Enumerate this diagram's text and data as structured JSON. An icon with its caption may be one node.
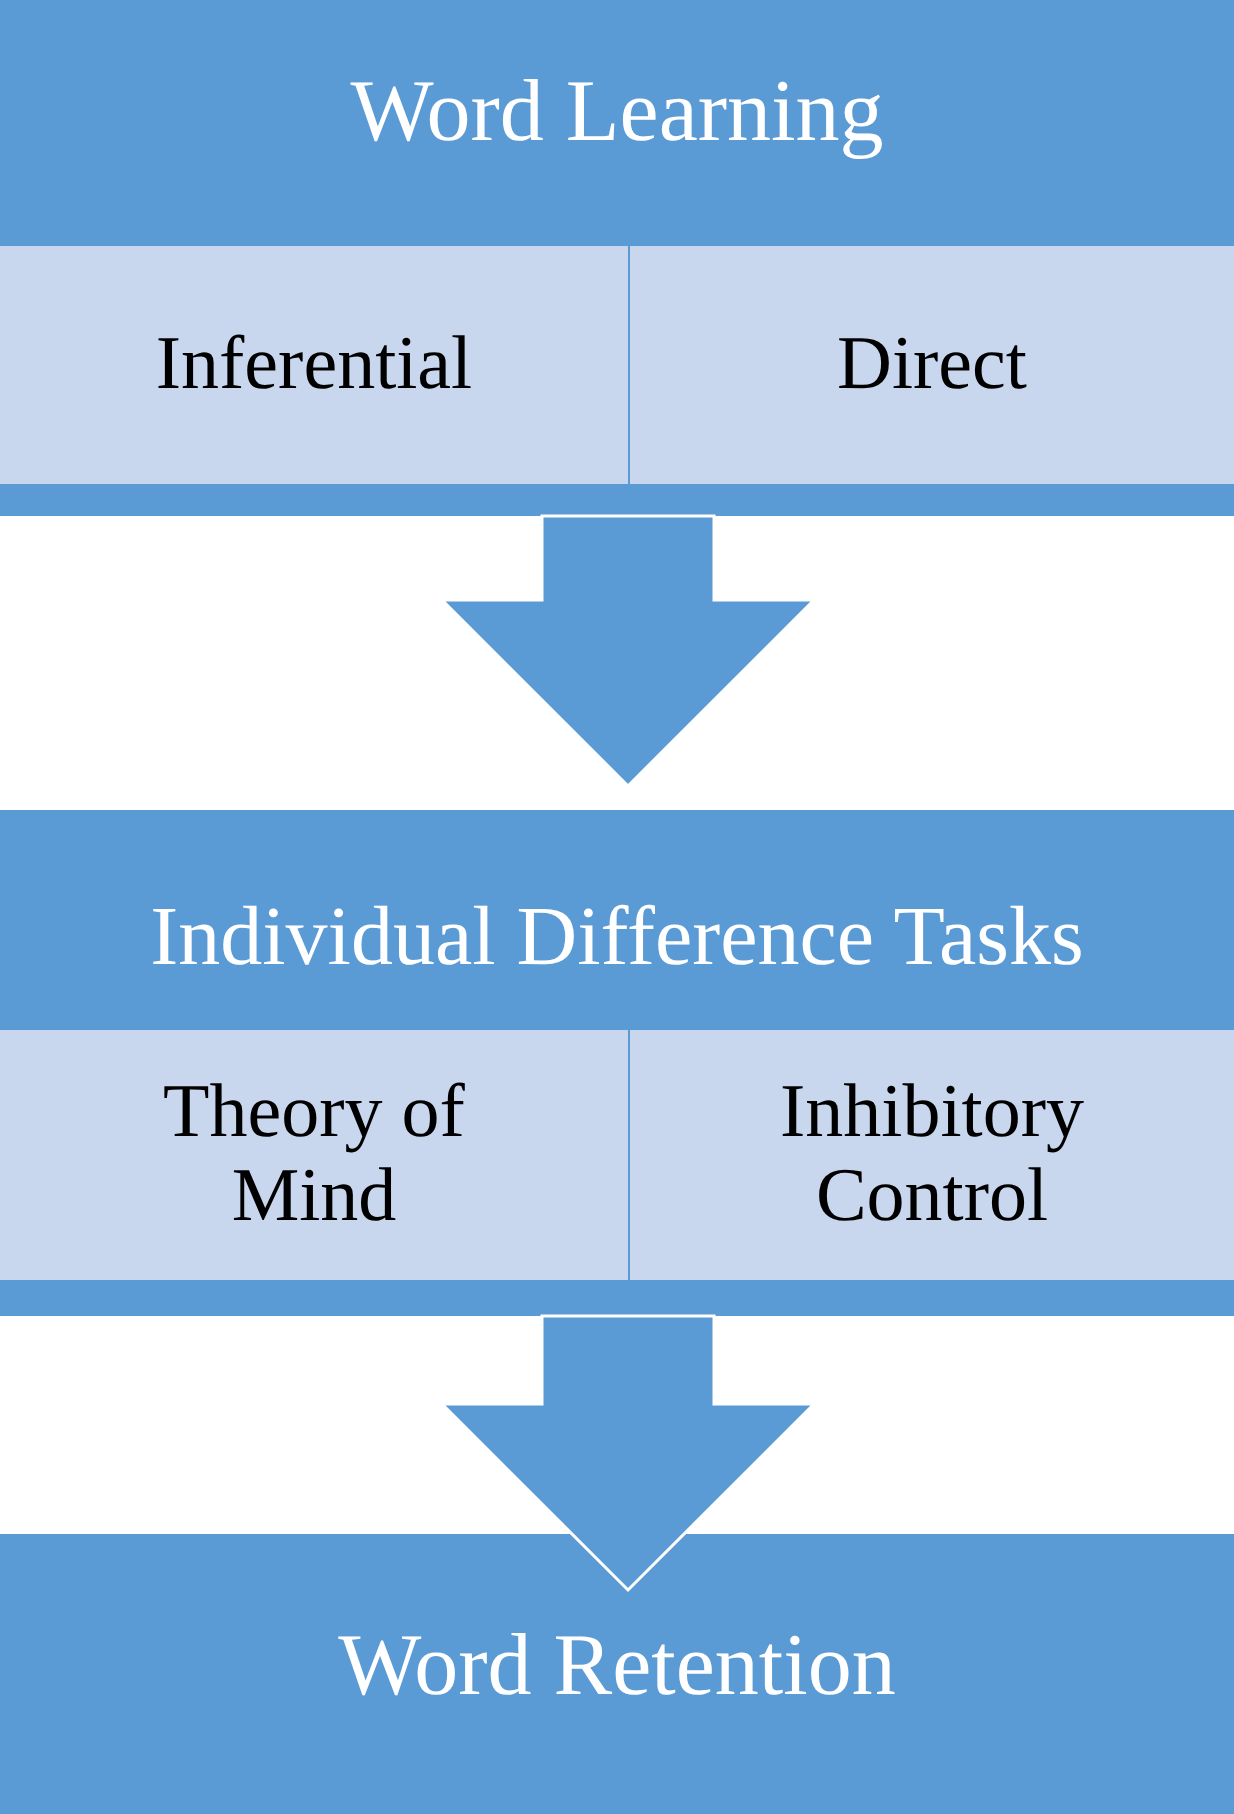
{
  "diagram": {
    "nodes": [
      {
        "text": [
          "Word Learning"
        ]
      },
      {
        "text": [
          "Inferential"
        ],
        "in": 0
      },
      {
        "text": [
          "Direct"
        ],
        "in": 0
      },
      {
        "text": [
          "Individual Difference Tasks"
        ]
      },
      {
        "text": [
          "Theory of Mind"
        ],
        "in": 3
      },
      {
        "text": [
          "Inhibitory Control"
        ],
        "in": 3
      },
      {
        "text": [
          "Word Retention"
        ]
      }
    ],
    "edges": [
      {
        "from": 0,
        "to": 3,
        "arrow": "to"
      },
      {
        "from": 3,
        "to": 6,
        "arrow": "to"
      }
    ]
  }
}
